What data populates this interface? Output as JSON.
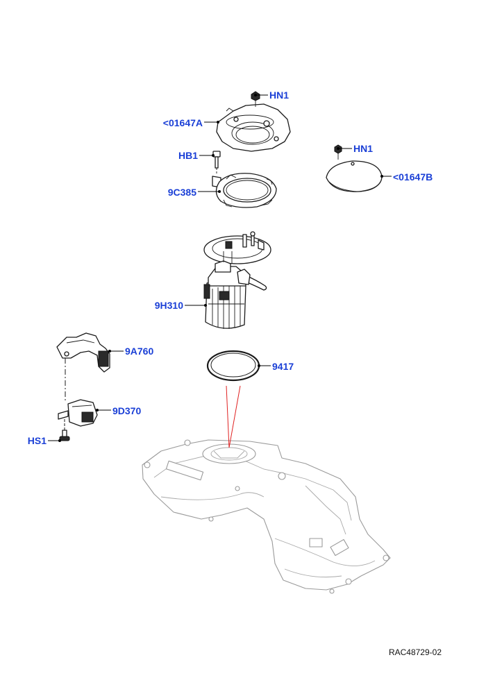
{
  "diagram": {
    "callout_color": "#1a3fd6",
    "guide_color": "#e02020",
    "labels": {
      "hn1_top": "HN1",
      "ring_cover_a": "<01647A",
      "hb1": "HB1",
      "locking_ring": "9C385",
      "hn1_right": "HN1",
      "ring_cover_b": "<01647B",
      "fuel_pump_module": "9H310",
      "bracket": "9A760",
      "seal": "9417",
      "sensor_module": "9D370",
      "hs1": "HS1"
    },
    "reference": "RAC48729-02"
  }
}
